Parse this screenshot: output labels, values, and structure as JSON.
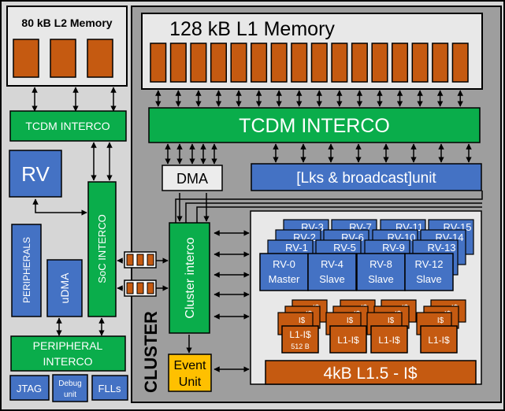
{
  "colors": {
    "background_outer": "#d6d6d6",
    "cluster_area": "#9e9e9e",
    "memory_box": "#e8e8e8",
    "memory_bank": "#c55a11",
    "interco_green": "#0aad4b",
    "core_blue": "#4472c4",
    "dma_box": "#ececec",
    "event_unit": "#ffc000",
    "border": "#000000"
  },
  "soc": {
    "l2_memory_label": "80 kB L2  Memory",
    "l2_bank_count": 3,
    "l2_interco_label": "TCDM INTERCO",
    "rv_label": "RV",
    "soc_interco_label": "SoC INTERCO",
    "peripherals_label": "PERIPHERALS",
    "udma_label": "uDMA",
    "peripheral_interco_label": [
      "PERIPHERAL",
      "INTERCO"
    ],
    "jtag_label": "JTAG",
    "debug_label": [
      "Debug",
      "unit"
    ],
    "flls_label": "FLLs"
  },
  "cluster": {
    "label": "CLUSTER",
    "l1_memory_label": "128 kB L1 Memory",
    "l1_bank_count": 16,
    "tcdm_interco_label": "TCDM INTERCO",
    "dma_label": "DMA",
    "lks_label": "[Lks & broadcast]unit",
    "cluster_interco_label": "Cluster interco",
    "event_unit_label": [
      "Event",
      "Unit"
    ],
    "l15_cache_label": "4kB L1.5 - I$",
    "core_stack_labels": [
      [
        "RV-3",
        "RV-2",
        "RV-1"
      ],
      [
        "RV-7",
        "RV-6",
        "RV-5"
      ],
      [
        "RV-11",
        "RV-10",
        "RV-9"
      ],
      [
        "RV-15",
        "RV-14",
        "RV-13"
      ]
    ],
    "front_cores": [
      {
        "name": "RV-0",
        "role": "Master"
      },
      {
        "name": "RV-4",
        "role": "Slave"
      },
      {
        "name": "RV-8",
        "role": "Slave"
      },
      {
        "name": "RV-12",
        "role": "Slave"
      }
    ],
    "icache_label": "L1-I$",
    "icache_size_label": "512 B",
    "icache_stub_label": "I$"
  }
}
